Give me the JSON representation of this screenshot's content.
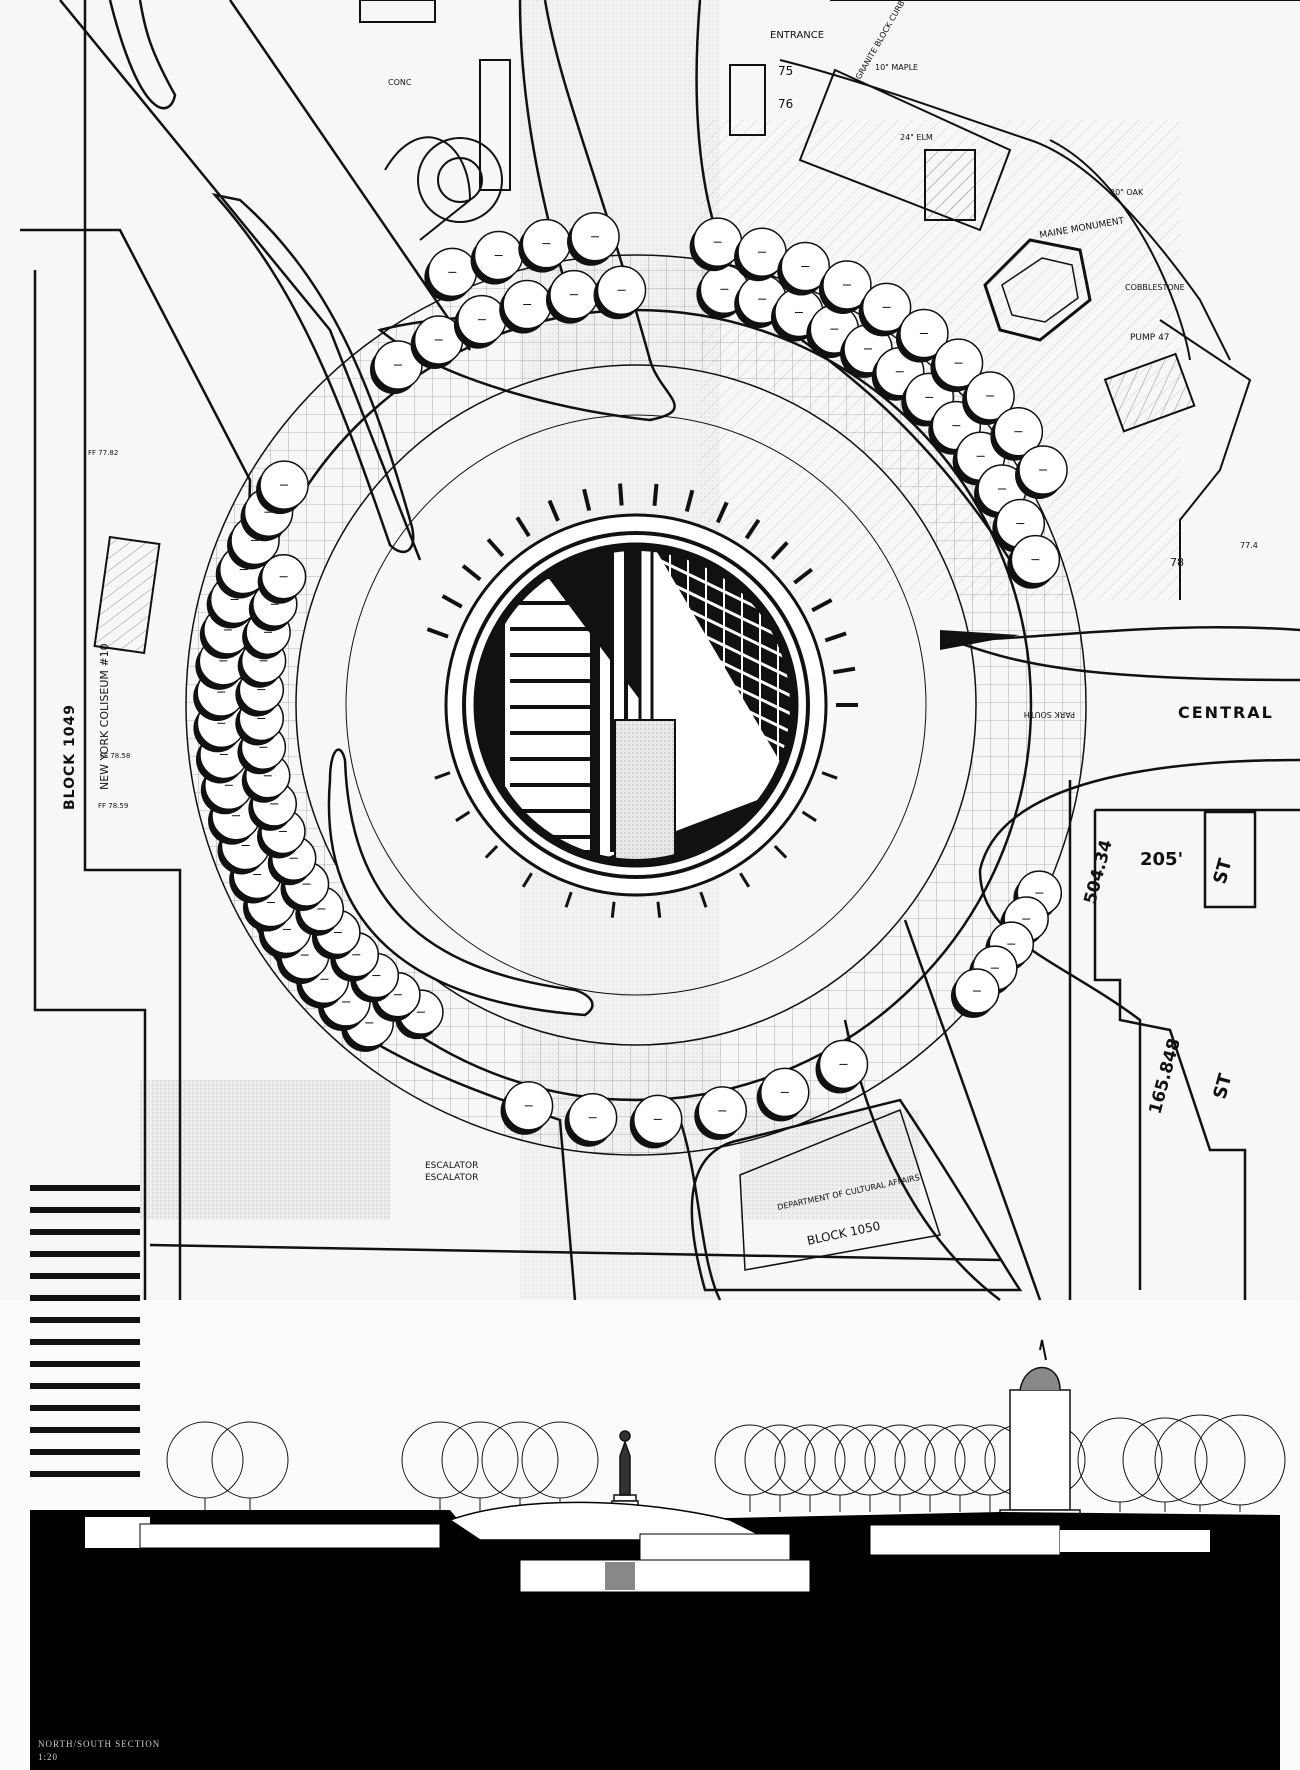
{
  "plan": {
    "street_central": "CENTRAL",
    "block_1049": "BLOCK 1049",
    "block_1050": "BLOCK 1050",
    "coliseum": "NEW YORK COLISEUM #10",
    "entrance": "ENTRANCE",
    "escalator_1": "ESCALATOR",
    "escalator_2": "ESCALATOR",
    "dept_cultural": "DEPARTMENT OF CULTURAL AFFAIRS",
    "granite_curb": "GRANITE BLOCK CURB",
    "maine_monument": "MAINE MONUMENT",
    "cobblestone": "COBBLESTONE",
    "pump": "PUMP 47",
    "conc": "CONC",
    "park_south": "PARK SOUTH",
    "elm": "24\" ELM",
    "oak": "20\" OAK",
    "maple": "10\" MAPLE",
    "st_label": "ST",
    "dim_205": "205'",
    "dim_504": "504.34",
    "dim_165": "165.848",
    "elev_76": "76",
    "elev_75": "75",
    "elev_78": "78",
    "elev_77": "77.4",
    "ff_1": "FF 78.59",
    "ff_2": "FF 78.58",
    "ff_3": "FF 77.82"
  },
  "section": {
    "title": "NORTH/SOUTH SECTION",
    "scale": "1:20"
  }
}
